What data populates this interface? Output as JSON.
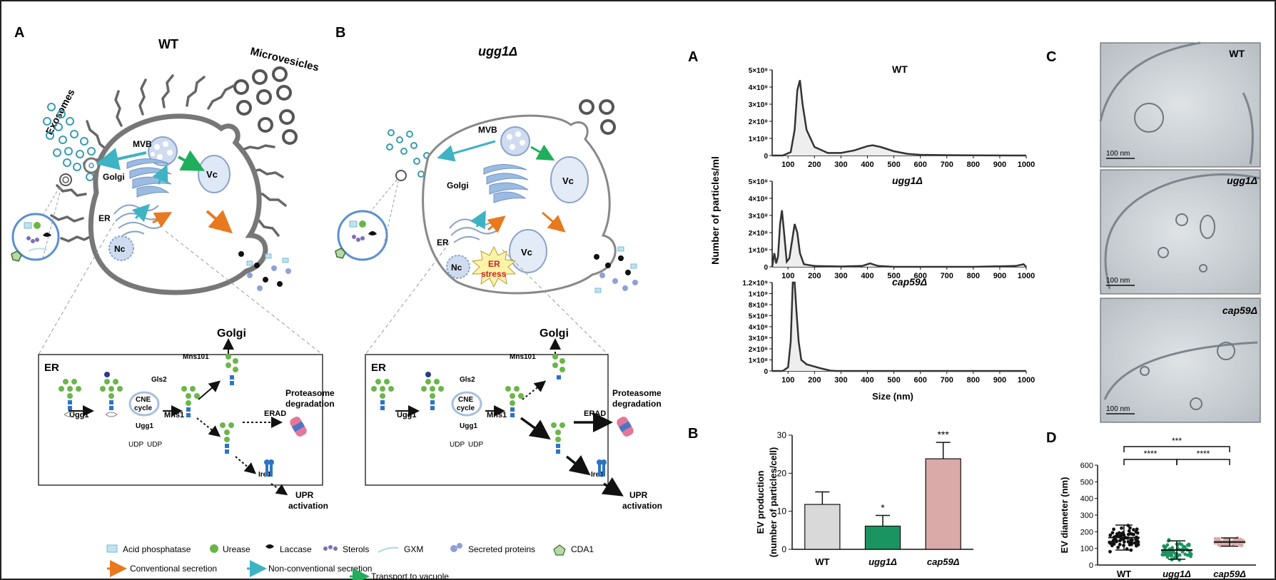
{
  "panelsLeft": {
    "A": "A",
    "B": "B",
    "wt_title": "WT",
    "ugg_title": "ugg1Δ",
    "microvesicles": "Microvesicles",
    "exosomes": "Exosomes",
    "mvb": "MVB",
    "golgi": "Golgi",
    "vc": "Vc",
    "er": "ER",
    "nc": "Nc",
    "er_stress_1": "ER",
    "er_stress_2": "stress"
  },
  "erPanel": {
    "er": "ER",
    "golgi": "Golgi",
    "mns101": "Mns101",
    "gls2": "Gls2",
    "cne1": "CNE",
    "cne2": "cycle",
    "ugg1": "Ugg1",
    "ugg1b": "Ugg1",
    "mns1": "Mns1",
    "udp1": "UDP",
    "udp2": "UDP",
    "erad": "ERAD",
    "proteasome1": "Proteasome",
    "proteasome2": "degradation",
    "ire1": "Ire1",
    "upr1": "UPR",
    "upr2": "activation"
  },
  "legend": {
    "acid_phosphatase": "Acid phosphatase",
    "urease": "Urease",
    "laccase": "Laccase",
    "sterols": "Sterols",
    "gxm": "GXM",
    "secreted_proteins": "Secreted proteins",
    "cda1": "CDA1",
    "conventional": "Conventional secretion",
    "nonconventional": "Non-conventional secretion",
    "vacuole": "Transport to vacuole",
    "colors": {
      "conventional": "#e8791f",
      "nonconventional": "#3eb3c4",
      "vacuole": "#1fae5b"
    }
  },
  "chart_data": [
    {
      "type": "line",
      "panel": "A",
      "title": "",
      "xlabel": "Size (nm)",
      "ylabel": "Number of particles/ml",
      "xticks": [
        "100",
        "200",
        "300",
        "400",
        "500",
        "600",
        "700",
        "800",
        "900",
        "1000"
      ],
      "subplots": [
        {
          "name": "WT",
          "ylim": [
            0,
            500000000
          ],
          "yticks": [
            "0",
            "1×10⁸",
            "2×10⁸",
            "3×10⁸",
            "4×10⁸",
            "5×10⁸"
          ],
          "x": [
            40,
            80,
            110,
            125,
            135,
            145,
            155,
            170,
            200,
            250,
            300,
            350,
            400,
            420,
            450,
            500,
            550,
            600,
            700,
            800,
            1000
          ],
          "y": [
            0,
            0,
            20000000,
            150000000,
            380000000,
            440000000,
            300000000,
            150000000,
            50000000,
            15000000,
            15000000,
            30000000,
            55000000,
            60000000,
            50000000,
            25000000,
            10000000,
            4000000,
            2000000,
            1000000,
            0
          ]
        },
        {
          "name": "ugg1Δ",
          "ylim": [
            0,
            500000000
          ],
          "yticks": [
            "0",
            "1×10⁸",
            "2×10⁸",
            "3×10⁸",
            "4×10⁸",
            "5×10⁸"
          ],
          "x": [
            40,
            48,
            55,
            62,
            70,
            77,
            85,
            95,
            105,
            115,
            125,
            135,
            145,
            160,
            200,
            300,
            380,
            410,
            440,
            500,
            800,
            960,
            990,
            1000
          ],
          "y": [
            0,
            80000000,
            20000000,
            60000000,
            250000000,
            330000000,
            200000000,
            30000000,
            50000000,
            150000000,
            250000000,
            200000000,
            80000000,
            15000000,
            5000000,
            2000000,
            5000000,
            20000000,
            5000000,
            0,
            0,
            5000000,
            15000000,
            0
          ]
        },
        {
          "name": "cap59Δ",
          "ylim": [
            0,
            1200000000
          ],
          "yticks": [
            "0",
            "1×10⁸",
            "2×10⁸",
            "3×10⁸",
            "4×10⁸",
            "5×10⁸",
            "8×10⁸",
            "1×10⁹",
            "1.2×10⁹"
          ],
          "x": [
            40,
            80,
            100,
            110,
            118,
            125,
            132,
            140,
            150,
            170,
            200,
            230,
            260,
            280,
            300,
            1000
          ],
          "y": [
            0,
            0,
            50000000,
            400000000,
            1200000000,
            1250000000,
            800000000,
            400000000,
            150000000,
            90000000,
            60000000,
            30000000,
            5000000,
            0,
            0,
            0
          ]
        }
      ]
    },
    {
      "type": "bar",
      "panel": "B",
      "title": "",
      "categories": [
        "WT",
        "ugg1Δ",
        "cap59Δ"
      ],
      "values": [
        11.8,
        6.1,
        23.8
      ],
      "errors": [
        3.3,
        2.8,
        4.3
      ],
      "significance": [
        "",
        "*",
        "***"
      ],
      "colors": [
        "#d9d9d9",
        "#1a9461",
        "#d9aaa8"
      ],
      "ylabel": "EV production",
      "ylabel2": "(number of particles/cell)",
      "ylim": [
        0,
        30
      ],
      "yticks": [
        "0",
        "10",
        "20",
        "30"
      ]
    },
    {
      "type": "scatter",
      "panel": "D",
      "title": "",
      "categories": [
        "WT",
        "ugg1Δ",
        "cap59Δ"
      ],
      "means": [
        165,
        90,
        138
      ],
      "sd": [
        75,
        55,
        25
      ],
      "colors": [
        "#111111",
        "#1a9461",
        "#d9aaa8"
      ],
      "ylabel": "EV diameter (nm)",
      "ylim": [
        0,
        600
      ],
      "yticks": [
        "0",
        "100",
        "200",
        "300",
        "400",
        "500",
        "600"
      ],
      "comparisons": [
        {
          "from": "WT",
          "to": "cap59Δ",
          "label": "***"
        },
        {
          "from": "WT",
          "to": "ugg1Δ",
          "label": "****"
        },
        {
          "from": "ugg1Δ",
          "to": "cap59Δ",
          "label": "****"
        }
      ]
    }
  ],
  "panelsRight": {
    "A": "A",
    "B": "B",
    "C": "C",
    "D": "D",
    "wt": "WT",
    "ugg": "ugg1Δ",
    "cap": "cap59Δ",
    "scale": "100 nm"
  }
}
